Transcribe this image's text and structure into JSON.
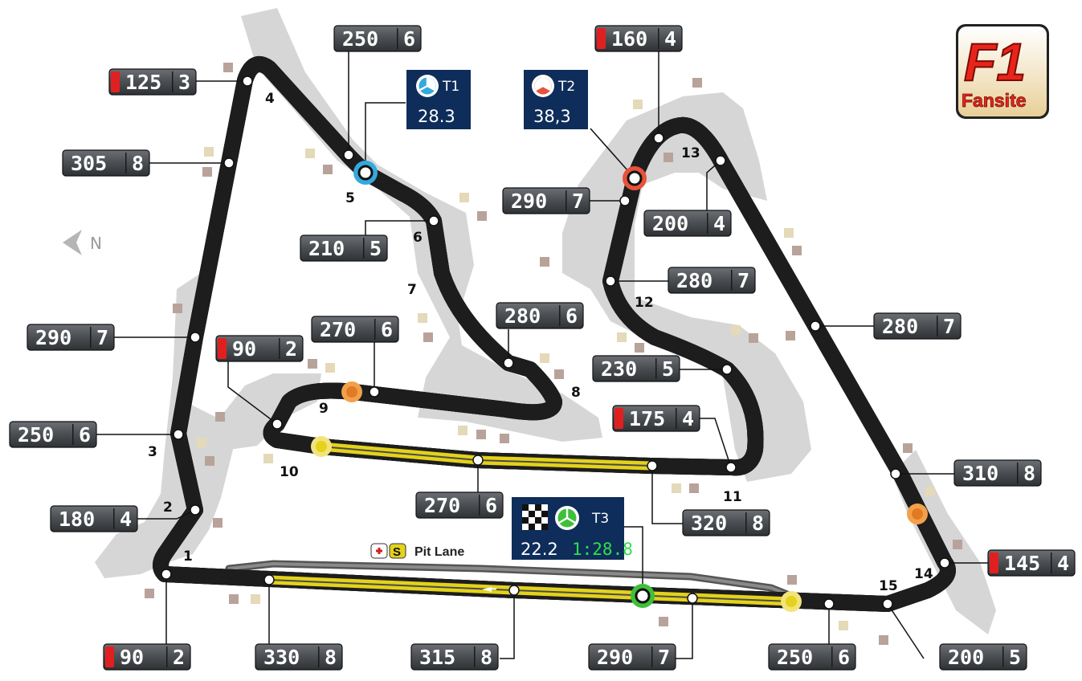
{
  "logo": {
    "line1": "F1",
    "line2": "Fansite"
  },
  "compass": {
    "label": "N"
  },
  "pit_lane": {
    "label": "Pit Lane",
    "badge": "S"
  },
  "turns": [
    {
      "id": "t1",
      "label": "1"
    },
    {
      "id": "t2",
      "label": "2"
    },
    {
      "id": "t3",
      "label": "3"
    },
    {
      "id": "t4",
      "label": "4"
    },
    {
      "id": "t5",
      "label": "5"
    },
    {
      "id": "t6",
      "label": "6"
    },
    {
      "id": "t7",
      "label": "7"
    },
    {
      "id": "t8",
      "label": "8"
    },
    {
      "id": "t9",
      "label": "9"
    },
    {
      "id": "t10",
      "label": "10"
    },
    {
      "id": "t11",
      "label": "11"
    },
    {
      "id": "t12",
      "label": "12"
    },
    {
      "id": "t13",
      "label": "13"
    },
    {
      "id": "t14",
      "label": "14"
    },
    {
      "id": "t15",
      "label": "15"
    }
  ],
  "speed_boxes": [
    {
      "id": "b1",
      "speed": "125",
      "gear": "3",
      "braking": true
    },
    {
      "id": "b2",
      "speed": "250",
      "gear": "6",
      "braking": false
    },
    {
      "id": "b3",
      "speed": "305",
      "gear": "8",
      "braking": false
    },
    {
      "id": "b4",
      "speed": "210",
      "gear": "5",
      "braking": false
    },
    {
      "id": "b5",
      "speed": "290",
      "gear": "7",
      "braking": false
    },
    {
      "id": "b6",
      "speed": "90",
      "gear": "2",
      "braking": true
    },
    {
      "id": "b7",
      "speed": "270",
      "gear": "6",
      "braking": false
    },
    {
      "id": "b8",
      "speed": "280",
      "gear": "6",
      "braking": false
    },
    {
      "id": "b9",
      "speed": "250",
      "gear": "6",
      "braking": false
    },
    {
      "id": "b10",
      "speed": "180",
      "gear": "4",
      "braking": false
    },
    {
      "id": "b11",
      "speed": "90",
      "gear": "2",
      "braking": true
    },
    {
      "id": "b12",
      "speed": "330",
      "gear": "8",
      "braking": false
    },
    {
      "id": "b13",
      "speed": "315",
      "gear": "8",
      "braking": false
    },
    {
      "id": "b14",
      "speed": "290",
      "gear": "7",
      "braking": false
    },
    {
      "id": "b15",
      "speed": "250",
      "gear": "6",
      "braking": false
    },
    {
      "id": "b16",
      "speed": "200",
      "gear": "5",
      "braking": false
    },
    {
      "id": "b17",
      "speed": "270",
      "gear": "6",
      "braking": false
    },
    {
      "id": "b18",
      "speed": "320",
      "gear": "8",
      "braking": false
    },
    {
      "id": "b19",
      "speed": "175",
      "gear": "4",
      "braking": true
    },
    {
      "id": "b20",
      "speed": "230",
      "gear": "5",
      "braking": false
    },
    {
      "id": "b21",
      "speed": "280",
      "gear": "7",
      "braking": false
    },
    {
      "id": "b22",
      "speed": "290",
      "gear": "7",
      "braking": false
    },
    {
      "id": "b23",
      "speed": "160",
      "gear": "4",
      "braking": true
    },
    {
      "id": "b24",
      "speed": "200",
      "gear": "4",
      "braking": false
    },
    {
      "id": "b25",
      "speed": "280",
      "gear": "7",
      "braking": false
    },
    {
      "id": "b26",
      "speed": "310",
      "gear": "8",
      "braking": false
    },
    {
      "id": "b27",
      "speed": "145",
      "gear": "4",
      "braking": true
    }
  ],
  "sectors": {
    "t1": {
      "name": "T1",
      "time": "28.3",
      "color": "#35a8dd"
    },
    "t2": {
      "name": "T2",
      "time": "38,3",
      "color": "#e8513a"
    },
    "t3": {
      "name": "T3",
      "time": "22.2",
      "best": "1:28.8",
      "color": "#3fbf3a"
    }
  },
  "colors": {
    "track": "#4a4a4a",
    "drs": "#e4d21b",
    "panel": "#0e2d5a",
    "braking": "#e02020"
  }
}
